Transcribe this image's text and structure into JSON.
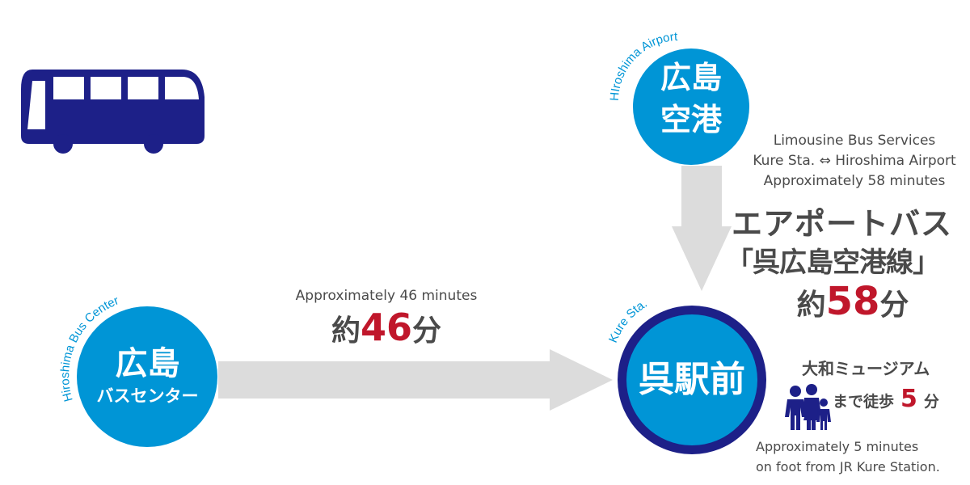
{
  "colors": {
    "bus": "#1d2088",
    "circle_fill": "#0095d6",
    "circle_ring": "#1d2088",
    "arrow": "#dcdcdc",
    "accent_red": "#c0172b",
    "text_gray": "#4a4a4a",
    "label_blue": "#0095d6"
  },
  "icons": {
    "bus": "bus-icon",
    "walking_family": "walking-family-icon"
  },
  "nodes": {
    "airport": {
      "jp_line1": "広島",
      "jp_line2": "空港",
      "en_label": "HIroshima Airport"
    },
    "bus_center": {
      "jp_line1": "広島",
      "jp_line2": "バスセンター",
      "en_label": "Hiroshima Bus Center"
    },
    "kure": {
      "jp": "呉駅前",
      "en_label": "Kure Sta."
    }
  },
  "routes": {
    "bus_center_to_kure": {
      "en": "Approximately 46 minutes",
      "prefix": "約",
      "minutes": "46",
      "suffix": "分"
    },
    "airport_to_kure": {
      "en_line1": "Limousine Bus Services",
      "en_line2": "Kure Sta. ⇔ Hiroshima Airport",
      "en_line3": "Approximately 58 minutes",
      "jp_line1": "エアポートバス",
      "jp_line2": "「呉広島空港線」",
      "prefix": "約",
      "minutes": "58",
      "suffix": "分"
    }
  },
  "walk": {
    "jp_line1": "大和ミュージアム",
    "jp_prefix": "まで徒歩",
    "minutes": "5",
    "suffix": "分",
    "en_line1": "Approximately 5 minutes",
    "en_line2": "on foot from JR Kure Station."
  }
}
